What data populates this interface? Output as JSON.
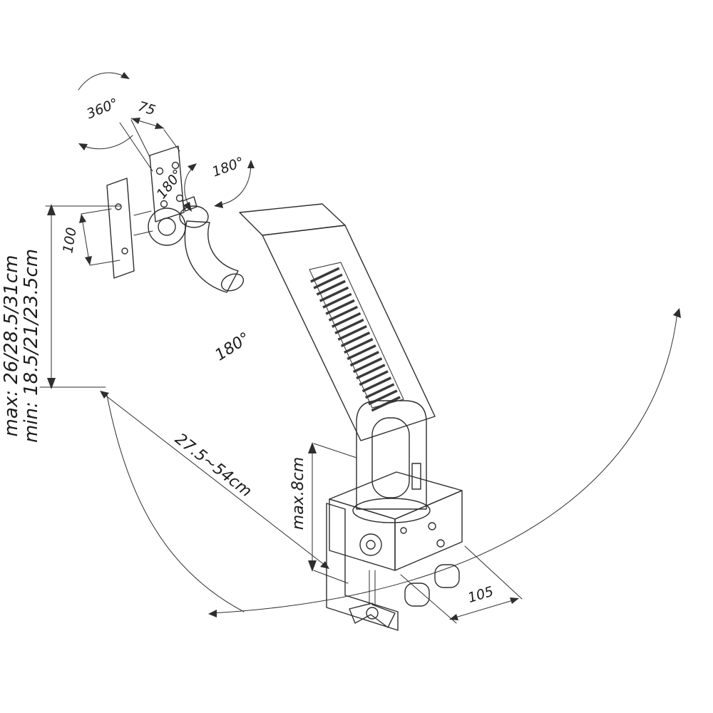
{
  "colors": {
    "line": "#2e2e2e",
    "background": "#ffffff"
  },
  "labels": {
    "rotation_360": "360°",
    "dim_75": "75",
    "tilt_head_180": "180°",
    "tilt_joint_180": "180°",
    "dim_100": "100",
    "height_max": "max: 26/28.5/31cm",
    "height_min": "min: 18.5/21/23.5cm",
    "swivel_180": "180°",
    "reach_range": "27.5~54cm",
    "clamp_max": "max.8cm",
    "dim_105": "105"
  }
}
